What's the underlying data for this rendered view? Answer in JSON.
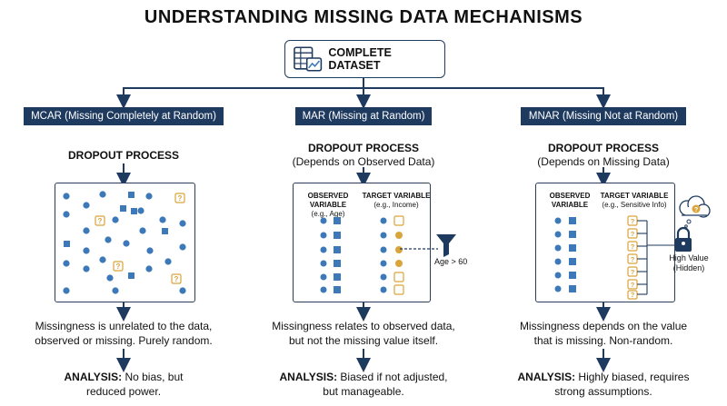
{
  "title": "UNDERSTANDING MISSING DATA MECHANISMS",
  "top_box": {
    "label": "COMPLETE DATASET",
    "icon": "spreadsheet-chart-icon"
  },
  "colors": {
    "navy": "#1f3a5f",
    "blue_dot": "#3d78b8",
    "missing": "#d9a43a"
  },
  "columns": [
    {
      "banner": "MCAR (Missing Completely at Random)",
      "process": "DROPOUT PROCESS",
      "process_sub": "",
      "description": [
        "Missingness is unrelated to the data,",
        "observed or missing. Purely random."
      ],
      "analysis_label": "ANALYSIS:",
      "analysis": [
        "No bias, but",
        "reduced power."
      ]
    },
    {
      "banner": "MAR (Missing at Random)",
      "process": "DROPOUT PROCESS",
      "process_sub": "(Depends on Observed Data)",
      "observed_label": [
        "OBSERVED VARIABLE",
        "(e.g., Age)"
      ],
      "target_label": [
        "TARGET VARIABLE",
        "(e.g., Income)"
      ],
      "filter_label": "Age > 60",
      "description": [
        "Missingness relates to observed data,",
        "but not the missing value itself."
      ],
      "analysis_label": "ANALYSIS:",
      "analysis": [
        "Biased if not adjusted,",
        "but manageable."
      ]
    },
    {
      "banner": "MNAR (Missing Not at Random)",
      "process": "DROPOUT PROCESS",
      "process_sub": "(Depends on Missing Data)",
      "observed_label": [
        "OBSERVED",
        "VARIABLE"
      ],
      "target_label": [
        "TARGET VARIABLE",
        "(e.g., Sensitive Info)"
      ],
      "lock_label": [
        "High Value",
        "(Hidden)"
      ],
      "description": [
        "Missingness depends on the value",
        "that is missing. Non-random."
      ],
      "analysis_label": "ANALYSIS:",
      "analysis": [
        "Highly biased, requires",
        "strong assumptions."
      ]
    }
  ]
}
